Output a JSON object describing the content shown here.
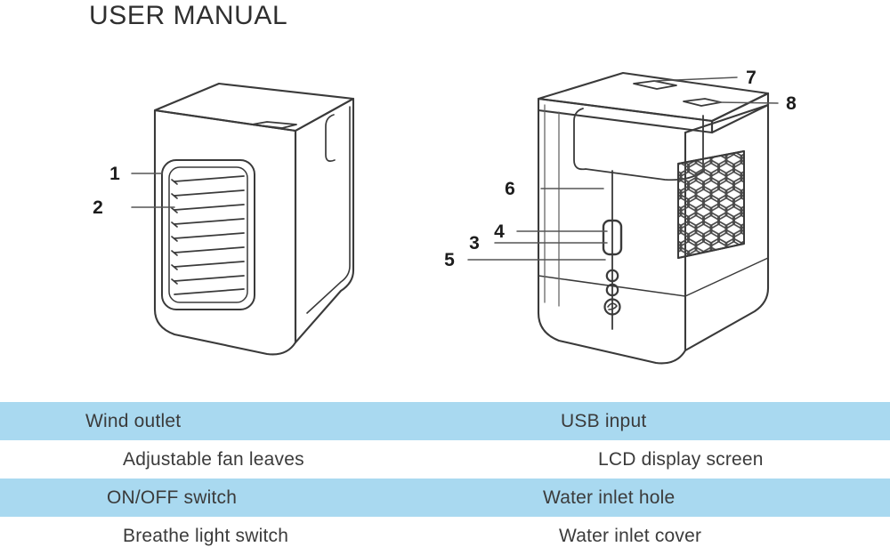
{
  "document": {
    "title": "USER MANUAL"
  },
  "colors": {
    "table_row_shaded": "#a9d9f0",
    "table_row_plain": "#ffffff",
    "text": "#3b3b3b",
    "line_art": "#3a3a3a",
    "title_text": "#2f2f2f"
  },
  "diagram": {
    "left_view": {
      "name": "front-view",
      "callouts": [
        {
          "number": "1",
          "target": "wind-outlet-grille-frame"
        },
        {
          "number": "2",
          "target": "adjustable-fan-leaves"
        }
      ]
    },
    "right_view": {
      "name": "rear-side-view",
      "callouts": [
        {
          "number": "7",
          "target": "water-inlet-hole"
        },
        {
          "number": "8",
          "target": "water-inlet-cover"
        },
        {
          "number": "6",
          "target": "lcd-display-screen"
        },
        {
          "number": "4",
          "target": "breathe-light-switch"
        },
        {
          "number": "3",
          "target": "on-off-switch"
        },
        {
          "number": "5",
          "target": "usb-input"
        }
      ]
    }
  },
  "legend": {
    "rows": [
      {
        "style": "shaded",
        "indent": "indent-a",
        "left": "Wind outlet",
        "right": "USB input"
      },
      {
        "style": "plain",
        "indent": "indent-b",
        "left": "Adjustable fan leaves",
        "right": "LCD display screen"
      },
      {
        "style": "shaded",
        "indent": "indent-c",
        "left": "ON/OFF switch",
        "right": "Water inlet hole"
      },
      {
        "style": "plain",
        "indent": "indent-d",
        "left": "Breathe light switch",
        "right": "Water inlet cover"
      }
    ]
  }
}
